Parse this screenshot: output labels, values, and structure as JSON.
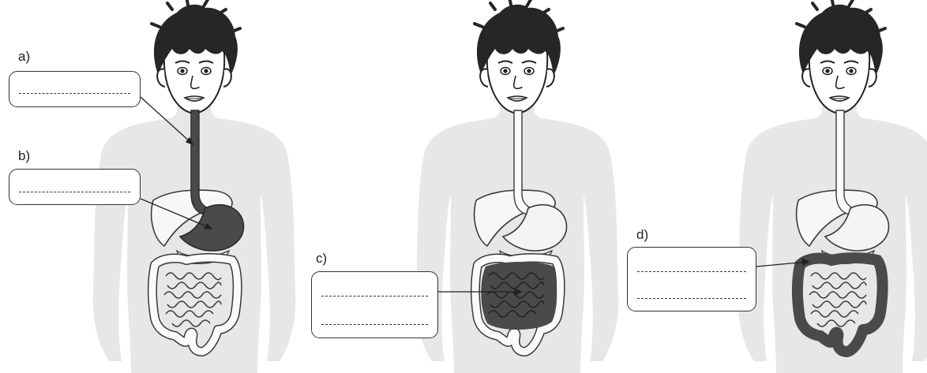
{
  "labels": {
    "a": "a)",
    "b": "b)",
    "c": "c)",
    "d": "d)"
  },
  "colors": {
    "body_silhouette": "#e7e7e7",
    "highlight_organ": "#4a4a4a",
    "organ_outline": "#3a3a3a",
    "organ_fill": "#f7f7f7",
    "hair": "#262626",
    "line": "#222222"
  },
  "figures": [
    {
      "id": "figure-1",
      "highlighted": [
        "esophagus",
        "stomach"
      ]
    },
    {
      "id": "figure-2",
      "highlighted": [
        "small-intestine"
      ]
    },
    {
      "id": "figure-3",
      "highlighted": [
        "large-intestine"
      ]
    }
  ]
}
